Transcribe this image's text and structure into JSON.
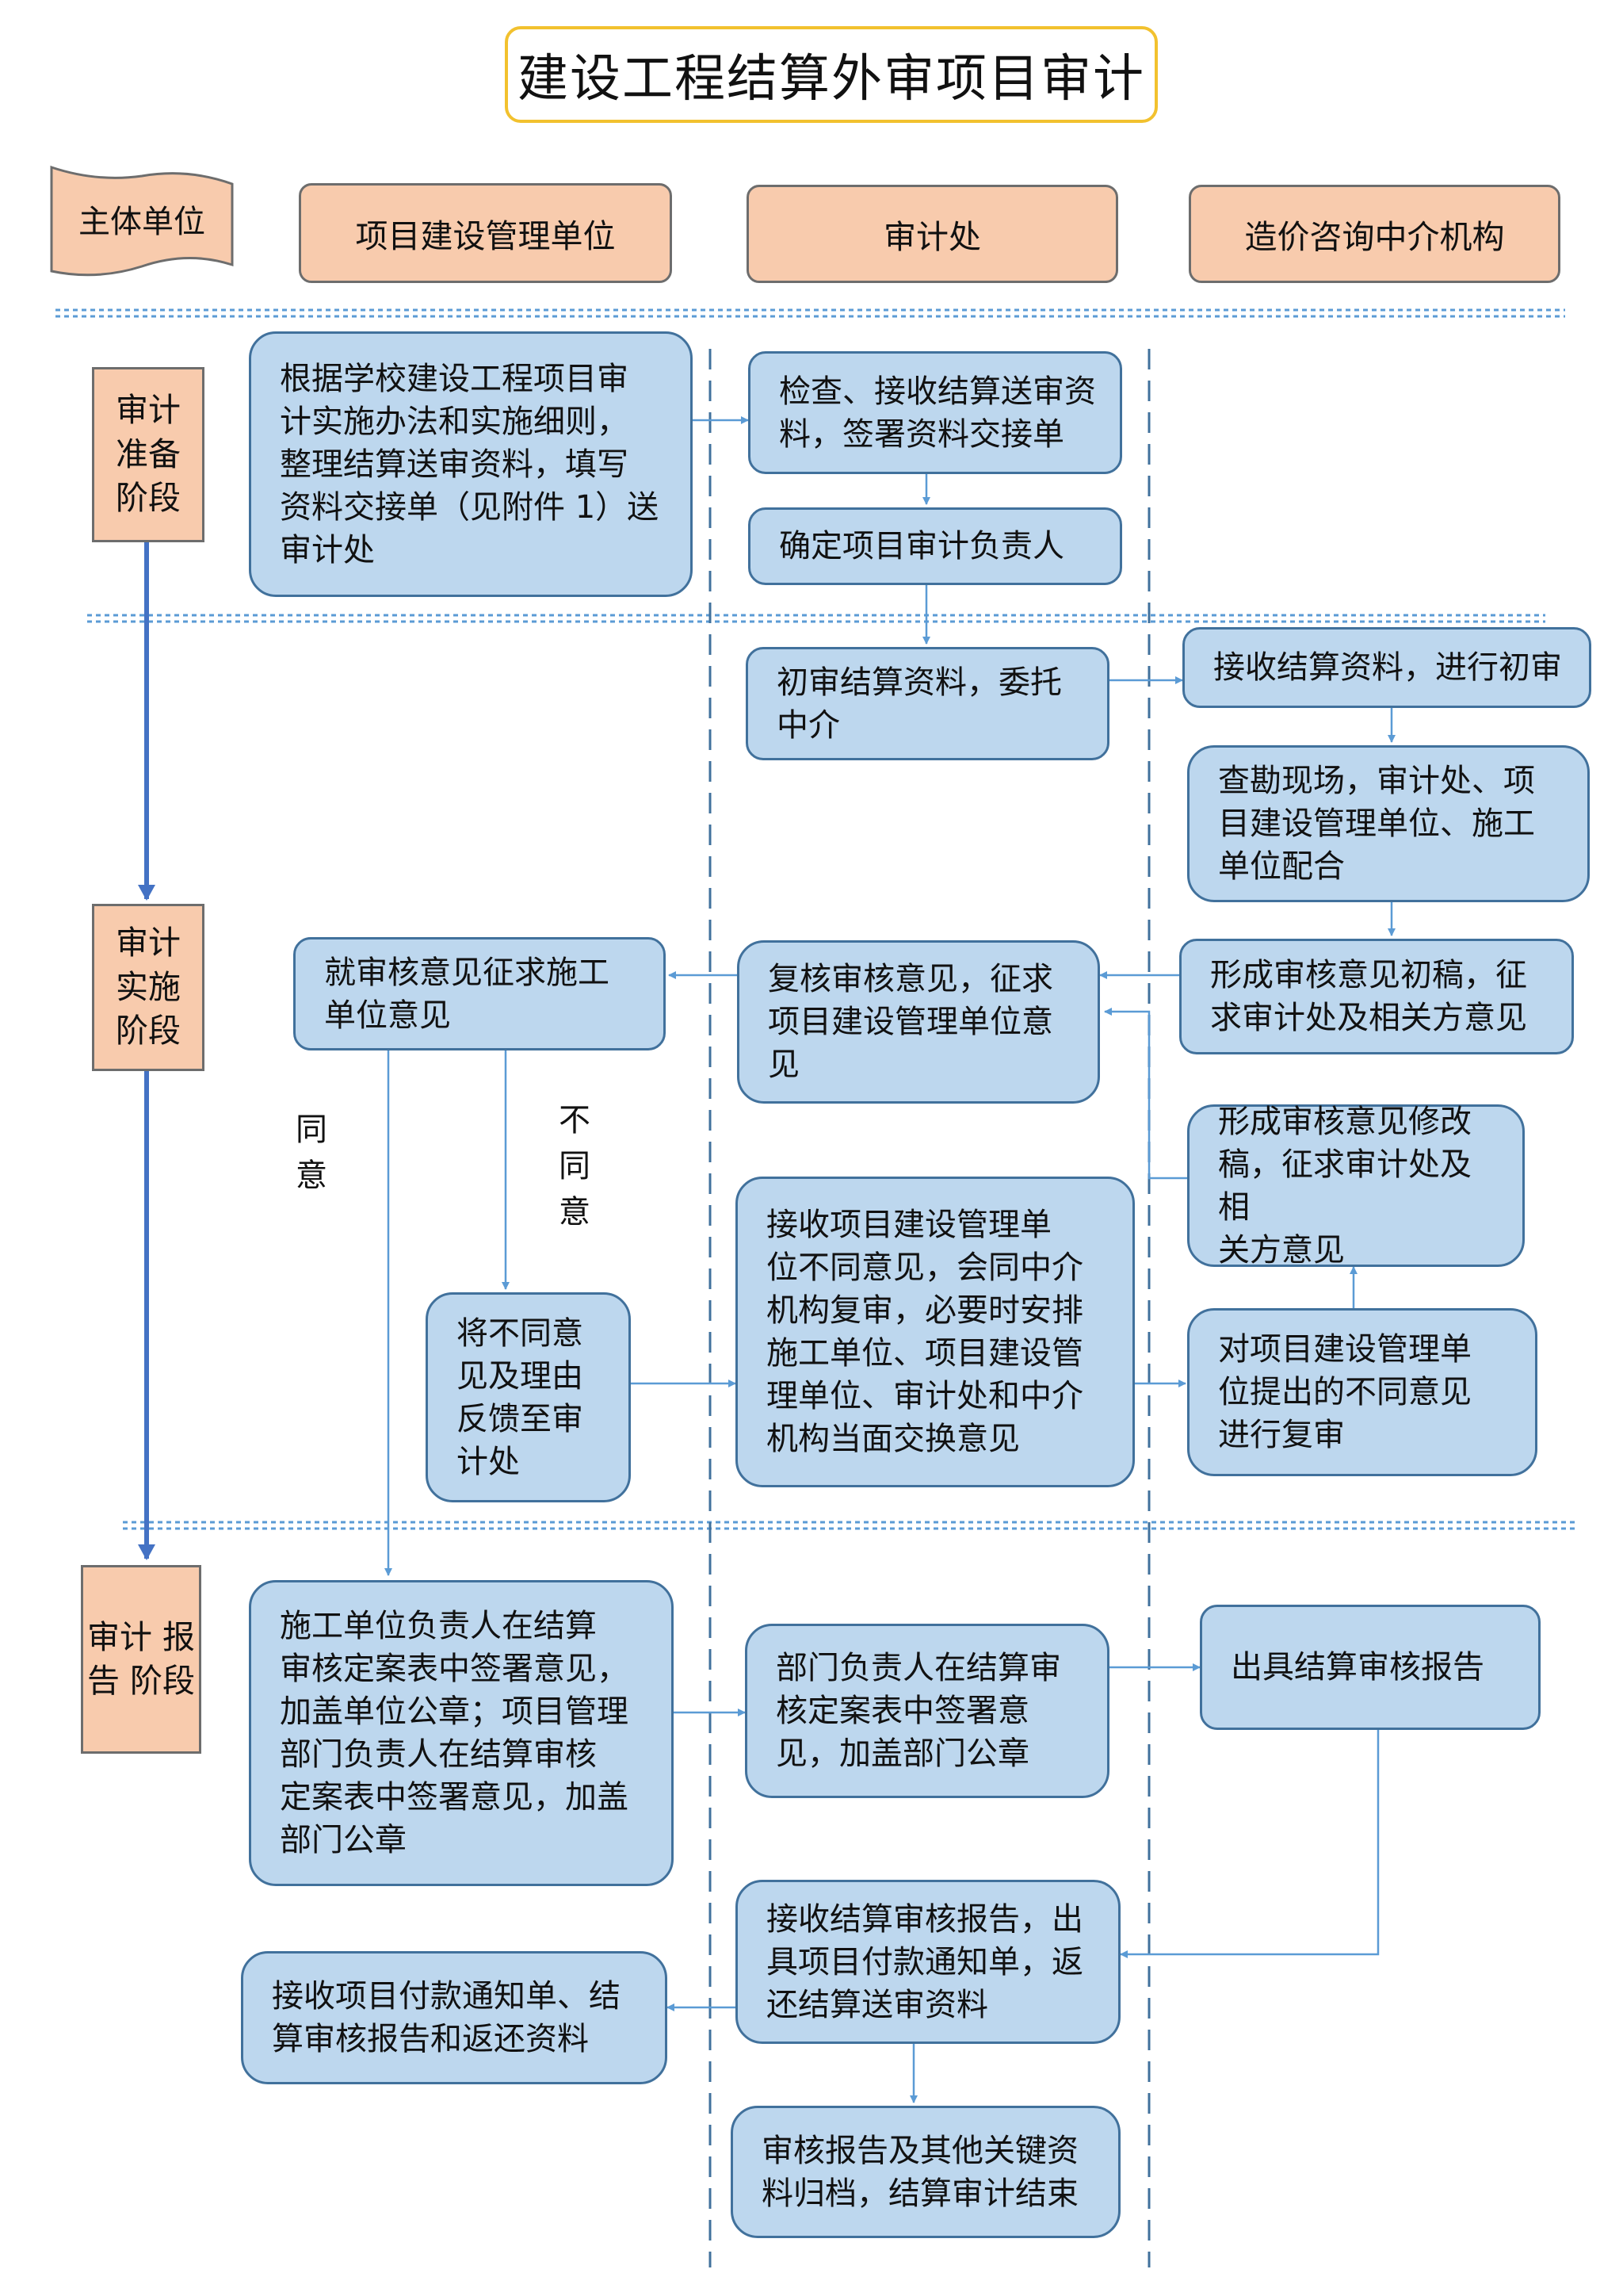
{
  "title": "建设工程结算外审项目审计",
  "headers": {
    "subject": "主体单位",
    "unit": "项目建设管理单位",
    "audit": "审计处",
    "agency": "造价咨询中介机构"
  },
  "stages": {
    "prepare": "审计\n准备\n阶段",
    "implement": "审计\n实施\n阶段",
    "report": "审计\n报告\n阶段"
  },
  "boxes": {
    "prep_unit": "根据学校建设工程项目审\n计实施办法和实施细则，\n整理结算送审资料，填写\n资料交接单（见附件 1）送\n审计处",
    "prep_check": "检查、接收结算送审资\n料，签署资料交接单",
    "prep_assign": "确定项目审计负责人",
    "impl_initial": "初审结算资料，委托\n中介",
    "impl_receive": "接收结算资料，进行初审",
    "impl_survey": "查勘现场，审计处、项\n目建设管理单位、施工\n单位配合",
    "impl_draft": "形成审核意见初稿，征\n求审计处及相关方意见",
    "impl_recheck": "复核审核意见，征求\n项目建设管理单位意\n见",
    "impl_solicit": "就审核意见征求施工\n单位意见",
    "impl_revise": "形成审核意见修改\n稿，征求审计处及相\n关方意见",
    "impl_feedback": "将不同意\n见及理由\n反馈至审\n计处",
    "impl_meeting": "接收项目建设管理单\n位不同意见，会同中介\n机构复审，必要时安排\n施工单位、项目建设管\n理单位、审计处和中介\n机构当面交换意见",
    "impl_review": "对项目建设管理单\n位提出的不同意见\n进行复审",
    "rep_sign_unit": "施工单位负责人在结算\n审核定案表中签署意见，\n加盖单位公章；项目管理\n部门负责人在结算审核\n定案表中签署意见，加盖\n部门公章",
    "rep_sign_dept": "部门负责人在结算审\n核定案表中签署意\n见，加盖部门公章",
    "rep_issue": "出具结算审核报告",
    "rep_receive_report": "接收结算审核报告，出\n具项目付款通知单，返\n还结算送审资料",
    "rep_receive_notice": "接收项目付款通知单、结\n算审核报告和返还资料",
    "rep_archive": "审核报告及其他关键资\n料归档，结算审计结束"
  },
  "labels": {
    "agree": "同\n意",
    "disagree": "不\n同\n意"
  },
  "colors": {
    "header_fill": "#f8cbad",
    "box_fill": "#bdd7ee",
    "box_border": "#41719c",
    "title_border": "#f2c12e",
    "arrow": "#5b9bd5"
  }
}
